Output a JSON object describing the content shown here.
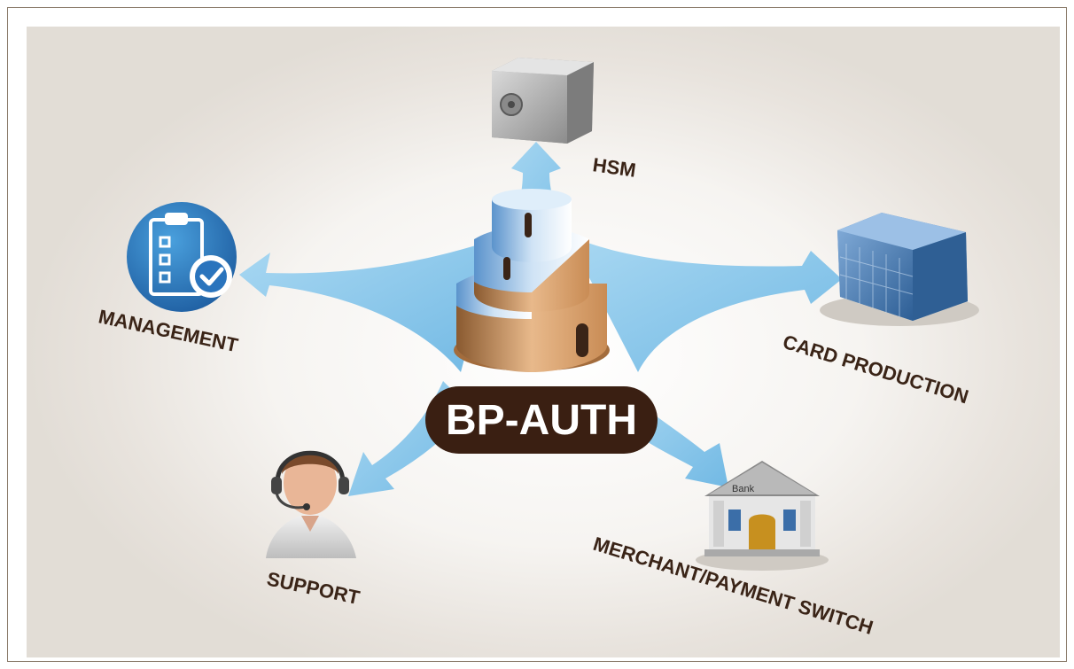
{
  "center": {
    "title": "BP-AUTH"
  },
  "nodes": {
    "hsm": {
      "label": "HSM",
      "icon": "safe-icon"
    },
    "card_production": {
      "label": "CARD PRODUCTION",
      "icon": "office-building-icon"
    },
    "merchant_switch": {
      "label": "MERCHANT/PAYMENT SWITCH",
      "icon": "bank-icon",
      "icon_text": "Bank"
    },
    "support": {
      "label": "SUPPORT",
      "icon": "support-agent-icon"
    },
    "management": {
      "label": "MANAGEMENT",
      "icon": "clipboard-checklist-icon"
    }
  },
  "colors": {
    "arrows": "#8ec9ec",
    "badge": "#3a1f12",
    "label_text": "#3a2417"
  }
}
